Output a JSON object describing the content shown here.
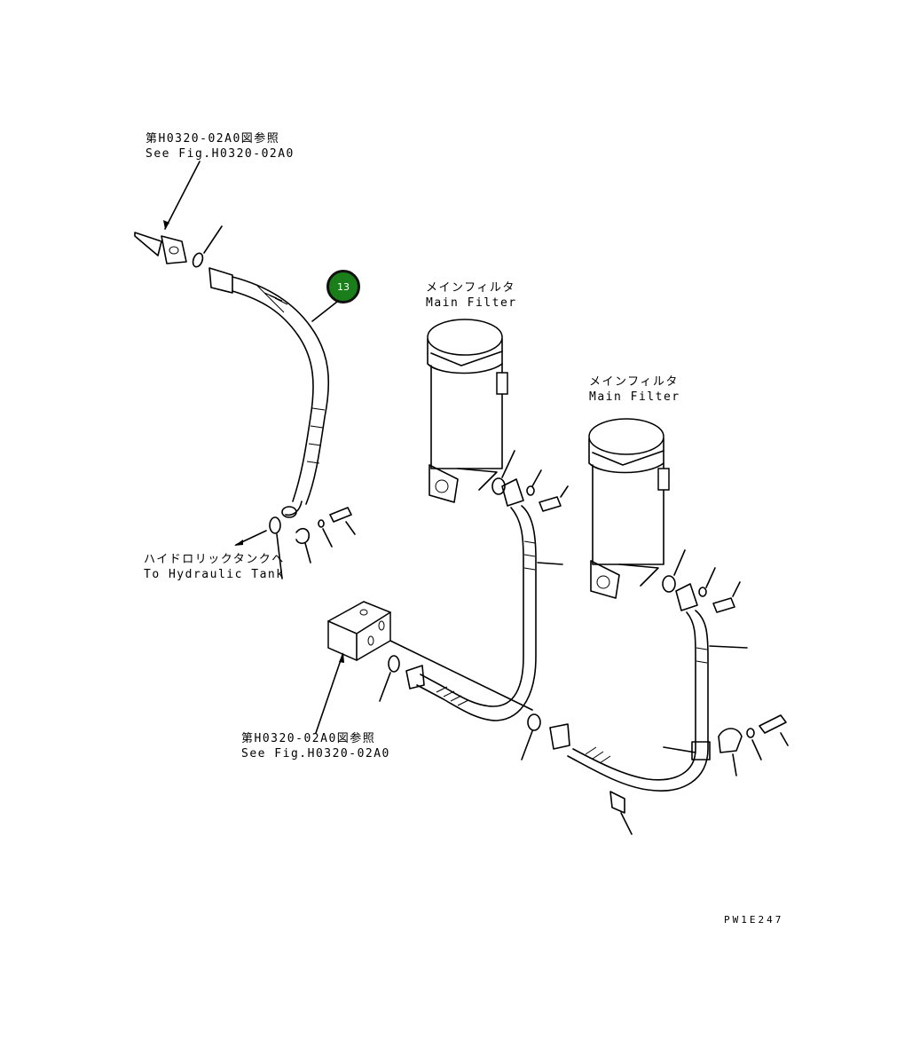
{
  "labels": {
    "ref_top": {
      "jp": "第H0320-02A0図参照",
      "en": "See Fig.H0320-02A0"
    },
    "ref_bottom": {
      "jp": "第H0320-02A0図参照",
      "en": "See Fig.H0320-02A0"
    },
    "filter_left": {
      "jp": "メインフィルタ",
      "en": "Main Filter"
    },
    "filter_right": {
      "jp": "メインフィルタ",
      "en": "Main Filter"
    },
    "tank": {
      "jp": "ハイドロリックタンクへ",
      "en": "To Hydraulic Tank"
    }
  },
  "callout": {
    "number": "13",
    "color": "#1a7f1a"
  },
  "drawing_code": "PW1E247"
}
